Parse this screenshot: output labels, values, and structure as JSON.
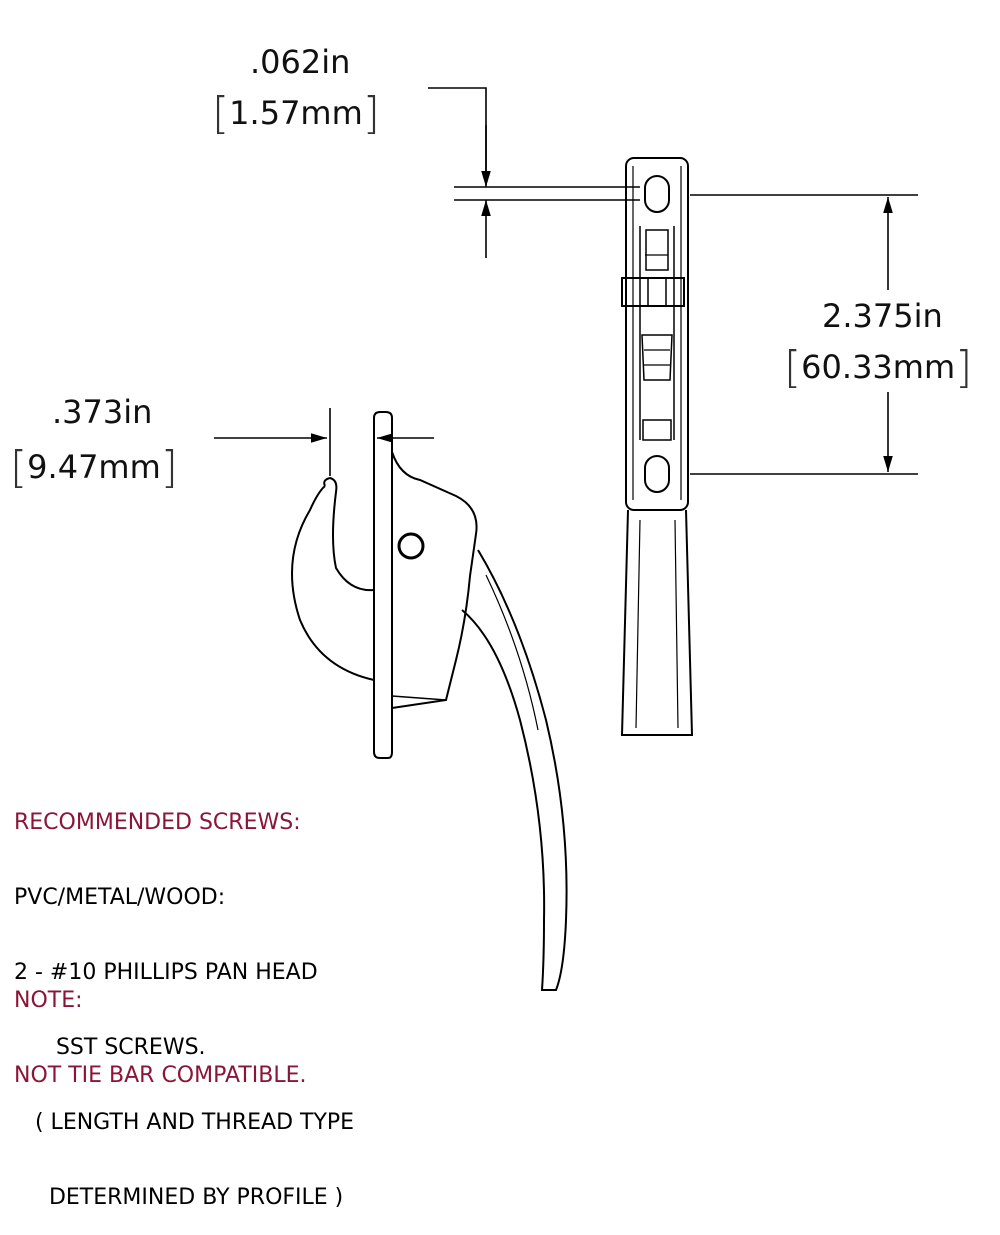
{
  "dimensions": {
    "gap": {
      "in": ".062in",
      "mm": "1.57mm"
    },
    "hole_spacing": {
      "in": "2.375in",
      "mm": "60.33mm"
    },
    "throw": {
      "in": ".373in",
      "mm": "9.47mm"
    }
  },
  "notes": {
    "screws_heading": "RECOMMENDED SCREWS:",
    "screws_lines": [
      "PVC/METAL/WOOD:",
      "2 - #10 PHILLIPS PAN HEAD",
      "      SST SCREWS.",
      "   ( LENGTH AND THREAD TYPE",
      "     DETERMINED BY PROFILE )"
    ],
    "note_heading": "NOTE:",
    "note_text": "NOT TIE BAR COMPATIBLE."
  },
  "colors": {
    "accent": "#8a1538",
    "line": "#000000"
  }
}
